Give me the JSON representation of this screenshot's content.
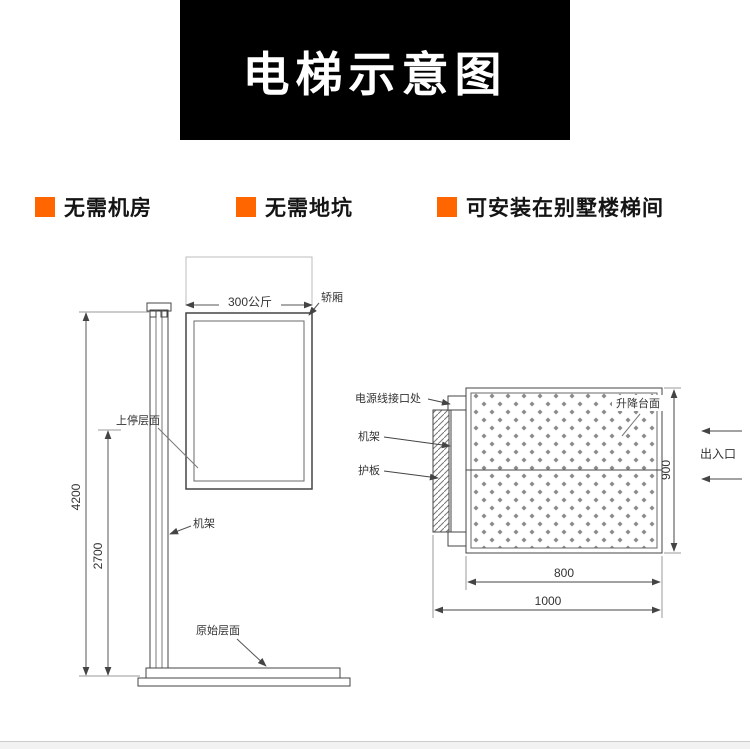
{
  "banner": {
    "title": "电梯示意图",
    "bg_color": "#000000",
    "text_color": "#ffffff"
  },
  "features": {
    "accent_color": "#ff6600",
    "items": [
      {
        "label": "无需机房"
      },
      {
        "label": "无需地坑"
      },
      {
        "label": "可安装在别墅楼梯间"
      }
    ]
  },
  "diagram": {
    "line_color": "#444444",
    "side_view": {
      "load_label": "300公斤",
      "cabin_label": "轿厢",
      "upper_stop_label": "上停层面",
      "total_height": "4200",
      "travel_height": "2700",
      "frame_label": "机架",
      "ground_label": "原始层面"
    },
    "top_view": {
      "power_label": "电源线接口处",
      "frame_label": "机架",
      "guard_label": "护板",
      "platform_label": "升降台面",
      "depth": "900",
      "entrance_label": "出入口",
      "inner_width": "800",
      "outer_width": "1000"
    }
  }
}
